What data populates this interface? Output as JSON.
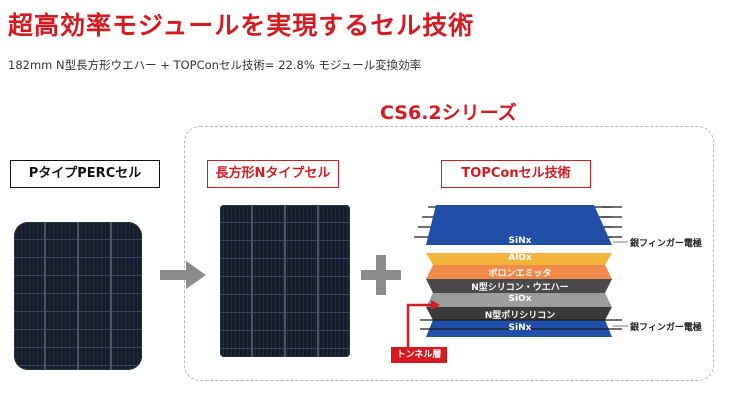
{
  "header": {
    "title": "超高効率モジュールを実現するセル技術",
    "subtitle": "182mm N型長方形ウエハー + TOPConセル技術= 22.8% モジュール変換効率"
  },
  "series": {
    "title": "CS6.2シリーズ"
  },
  "labels": {
    "perc": "PタイプPERCセル",
    "ntype": "長方形Nタイプセル",
    "topcon": "TOPConセル技術"
  },
  "layers": [
    {
      "name": "SiNx",
      "color": "#1f4fa6"
    },
    {
      "name": "AlOx",
      "color": "#f2b43a"
    },
    {
      "name": "ボロンエミッタ",
      "color": "#f0894a"
    },
    {
      "name": "N型シリコン・ウエハー",
      "color": "#4a4a4a"
    },
    {
      "name": "SiOx",
      "color": "#9c9c9c"
    },
    {
      "name": "N型ポリシリコン",
      "color": "#3a3a3a"
    },
    {
      "name": "SiNx",
      "color": "#1f4fa6"
    }
  ],
  "annotations": {
    "finger_top": "銀フィンガー電極",
    "finger_bottom": "銀フィンガー電極",
    "tunnel": "トンネル層"
  },
  "colors": {
    "accent": "#d71920",
    "arrow": "#8c8c8c"
  }
}
